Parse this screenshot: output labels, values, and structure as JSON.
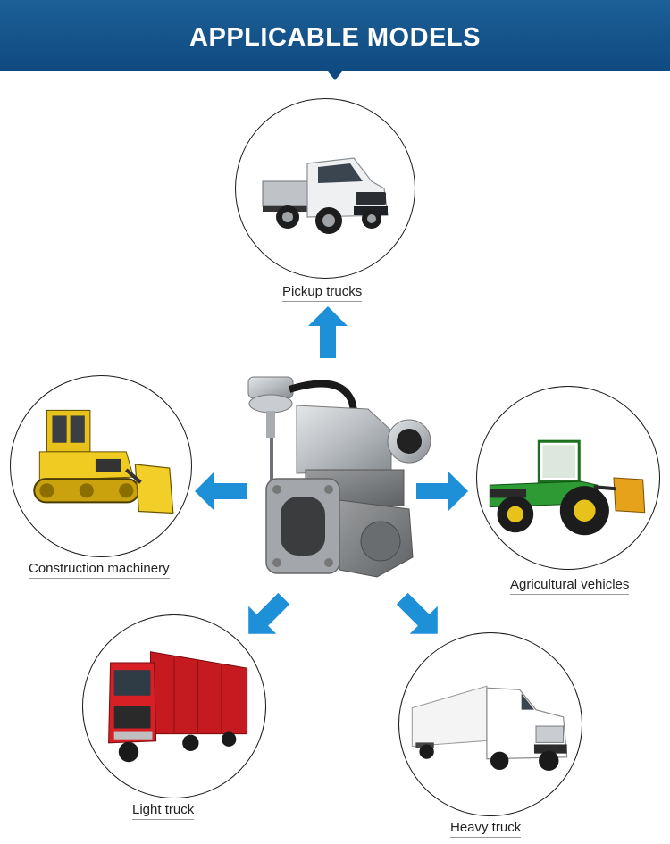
{
  "banner": {
    "title": "APPLICABLE MODELS"
  },
  "models": [
    {
      "id": "pickup",
      "label": "Pickup trucks"
    },
    {
      "id": "construction",
      "label": "Construction machinery"
    },
    {
      "id": "agricultural",
      "label": "Agricultural vehicles"
    },
    {
      "id": "light",
      "label": "Light truck"
    },
    {
      "id": "heavy",
      "label": "Heavy truck"
    }
  ],
  "colors": {
    "banner": "#0f4a80",
    "arrow": "#1e90d8",
    "label_text": "#222222"
  },
  "icons": [
    "turbocharger-image",
    "pickup-truck-image",
    "bulldozer-image",
    "tractor-image",
    "light-truck-image",
    "heavy-truck-image",
    "arrow-icon"
  ]
}
